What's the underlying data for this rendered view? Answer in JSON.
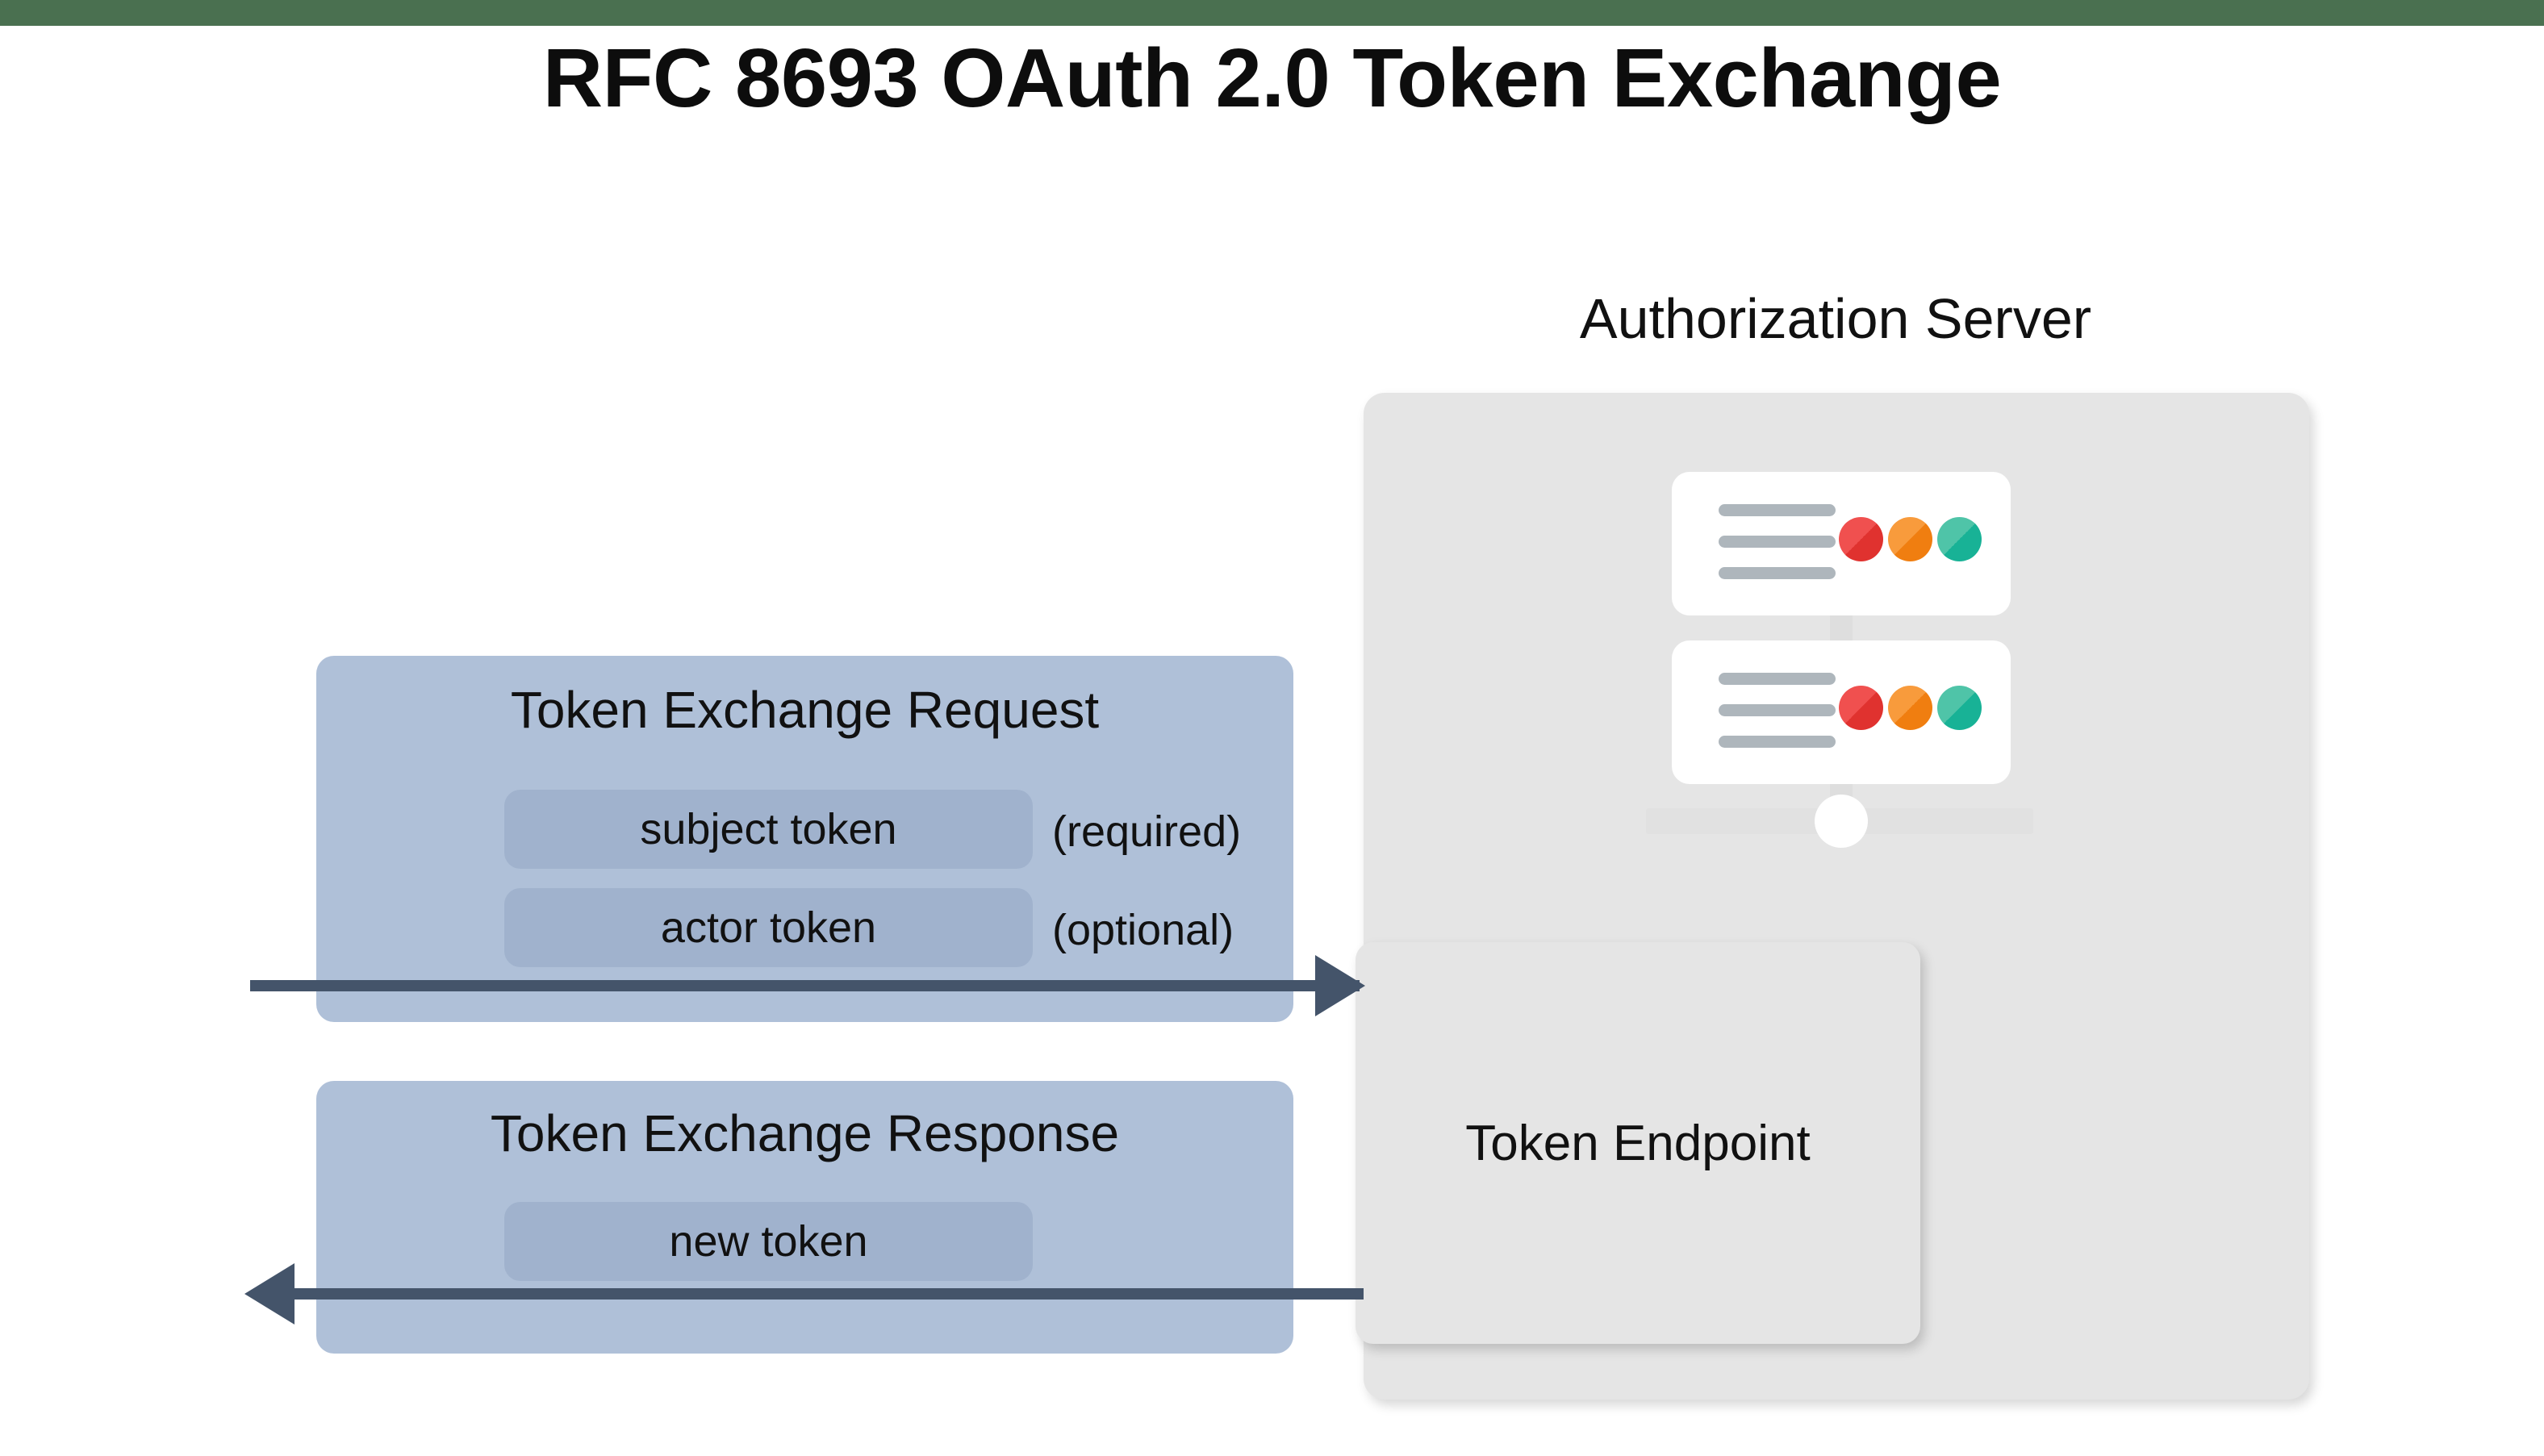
{
  "slide": {
    "title": "RFC 8693 OAuth 2.0 Token Exchange",
    "accent_bar_color": "#4A7050",
    "background_color": "#FFFFFF"
  },
  "authorization_server": {
    "label": "Authorization Server",
    "panel_color": "#E5E5E5",
    "illustration": {
      "name": "server-rack-illustration",
      "card_color": "#FFFFFF",
      "line_color": "#AEB6BC",
      "lines_per_card": 3,
      "cards": 2,
      "dots": [
        {
          "name": "status-dot-red",
          "color": "#F0504F",
          "shade": "#E0322F"
        },
        {
          "name": "status-dot-orange",
          "color": "#F89B3C",
          "shade": "#F07E10"
        },
        {
          "name": "status-dot-teal",
          "color": "#4FC4A8",
          "shade": "#18B296"
        }
      ],
      "slider_knob_color": "#FFFFFF",
      "slider_track_color": "#E1E1E1"
    },
    "token_endpoint": {
      "label": "Token Endpoint",
      "fill_color": "#E5E5E5"
    }
  },
  "messages": {
    "box_color": "#AFC0D8",
    "pill_color": "#A0B2CD",
    "request": {
      "title": "Token Exchange Request",
      "fields": [
        {
          "label": "subject token",
          "note": "(required)"
        },
        {
          "label": "actor token",
          "note": "(optional)"
        }
      ]
    },
    "response": {
      "title": "Token Exchange Response",
      "fields": [
        {
          "label": "new token",
          "note": ""
        }
      ]
    }
  },
  "arrows": {
    "color": "#44546A",
    "request_direction": "right",
    "response_direction": "left"
  }
}
